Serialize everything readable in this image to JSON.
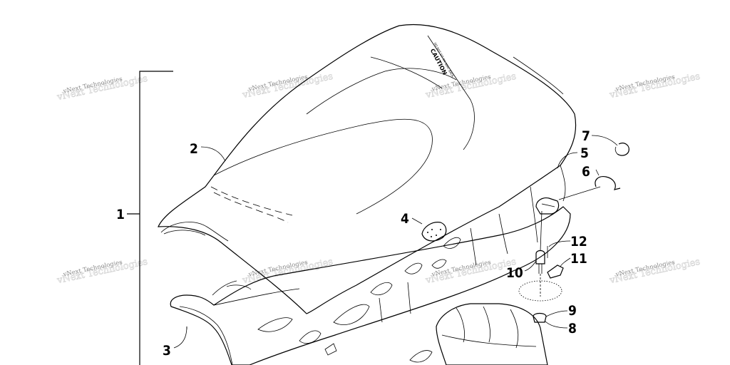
{
  "watermarks": [
    "vNext Technologies",
    "vNext Technologies",
    "vNext Technologies",
    "vNext Technologies",
    "vNext Technologies",
    "vNext Technologies",
    "vNext Technologies",
    "vNext Technologies"
  ],
  "seat_label": {
    "main": "CAUTION",
    "sub": "DO NOT SIT ON SEAT BACK"
  },
  "callouts": [
    "1",
    "2",
    "3",
    "4",
    "5",
    "6",
    "7",
    "8",
    "9",
    "10",
    "11",
    "12"
  ]
}
